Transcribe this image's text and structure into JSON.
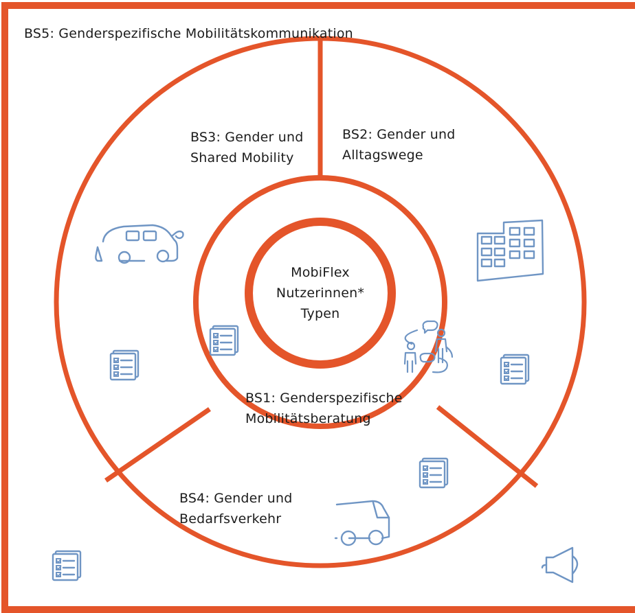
{
  "outer_title": "BS5: Genderspezifische Mobilitätskommunikation",
  "center": {
    "line1": "MobiFlex",
    "line2": "Nutzerinnen*",
    "line3": "Typen"
  },
  "segments": {
    "bs1": {
      "line1": "BS1: Genderspezifische",
      "line2": "Mobilitätsberatung"
    },
    "bs2": {
      "line1": "BS2: Gender und",
      "line2": "Alltagswege"
    },
    "bs3": {
      "line1": "BS3: Gender und",
      "line2": "Shared Mobility"
    },
    "bs4": {
      "line1": "BS4: Gender und",
      "line2": "Bedarfsverkehr"
    }
  },
  "colors": {
    "ring": "#e4552a",
    "icon": "#6f95c4",
    "text": "#1c1c1c"
  },
  "icons": [
    "car-icon",
    "building-icon",
    "checklist-icon",
    "people-conversation-icon",
    "van-icon",
    "megaphone-icon"
  ]
}
